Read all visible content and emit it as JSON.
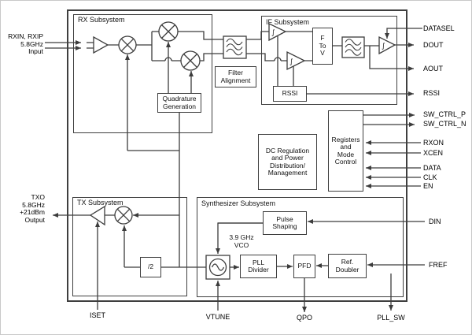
{
  "chip": {
    "subsystems": {
      "rx": "RX Subsystem",
      "if_sub": "IF Subsystem",
      "tx": "TX Subsystem",
      "synth": "Synthesizer Subsystem"
    },
    "blocks": {
      "quadrature": [
        "Quadrature",
        "Generation"
      ],
      "filter_alignment": [
        "Filter",
        "Alignment"
      ],
      "f_to_v": [
        "F",
        "To",
        "V"
      ],
      "rssi": "RSSI",
      "dc_regulation": [
        "DC Regulation",
        "and Power",
        "Distribution/",
        "Management"
      ],
      "registers": [
        "Registers",
        "and",
        "Mode",
        "Control"
      ],
      "pulse_shaping": [
        "Pulse",
        "Shaping"
      ],
      "div2": "/2",
      "pll_divider": [
        "PLL",
        "Divider"
      ],
      "pfd": "PFD",
      "ref_doubler": [
        "Ref.",
        "Doubler"
      ],
      "vco_caption": [
        "3.9 GHz",
        "VCO"
      ]
    },
    "ports": {
      "left_input": [
        "RXIN, RXIP",
        "5.8GHz",
        "Input"
      ],
      "left_output": [
        "TXO",
        "5.8GHz",
        "+21dBm",
        "Output"
      ],
      "right": {
        "datasel": "DATASEL",
        "dout": "DOUT",
        "aout": "AOUT",
        "rssi": "RSSI",
        "sw_ctrl_p": "SW_CTRL_P",
        "sw_ctrl_n": "SW_CTRL_N",
        "rxon": "RXON",
        "xcen": "XCEN",
        "data": "DATA",
        "clk": "CLK",
        "en": "EN",
        "din": "DIN",
        "fref": "FREF"
      },
      "bottom": {
        "iset": "ISET",
        "vtune": "VTUNE",
        "qpo": "QPO",
        "pll_sw": "PLL_SW"
      }
    },
    "icons": {
      "limiter_glyph": "∫",
      "mixer": "circle-with-x",
      "amplifier": "triangle",
      "filter": "triple-wave",
      "vco": "sine-in-circle"
    },
    "colors": {
      "line": "#3c3c3c",
      "text": "#111111",
      "background": "#ffffff"
    }
  }
}
